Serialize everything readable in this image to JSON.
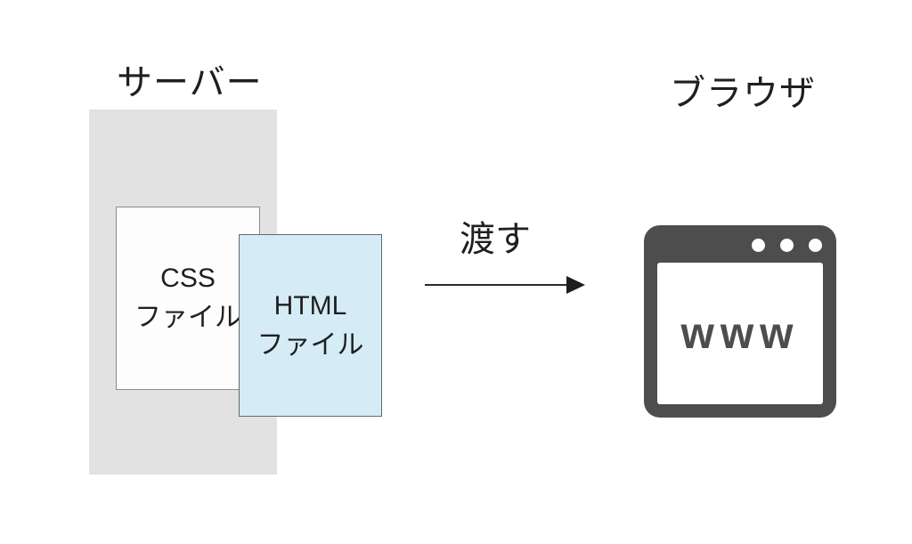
{
  "diagram": {
    "labels": {
      "server": "サーバー",
      "browser": "ブラウザ",
      "action": "渡す"
    },
    "files": {
      "css": {
        "name": "CSS",
        "type_label": "ファイル"
      },
      "html": {
        "name": "HTML",
        "type_label": "ファイル"
      }
    },
    "browser_icon": {
      "text": "www",
      "dot_count": 3
    },
    "colors": {
      "server_box": "#e2e2e2",
      "css_card_bg": "#fdfdfd",
      "css_card_border": "#8c8c8c",
      "html_card_bg": "#d5ecf7",
      "html_card_border": "#5e6b74",
      "browser_icon": "#4d4d4d",
      "arrow": "#2a2a2a",
      "text": "#1f1f1f"
    }
  }
}
